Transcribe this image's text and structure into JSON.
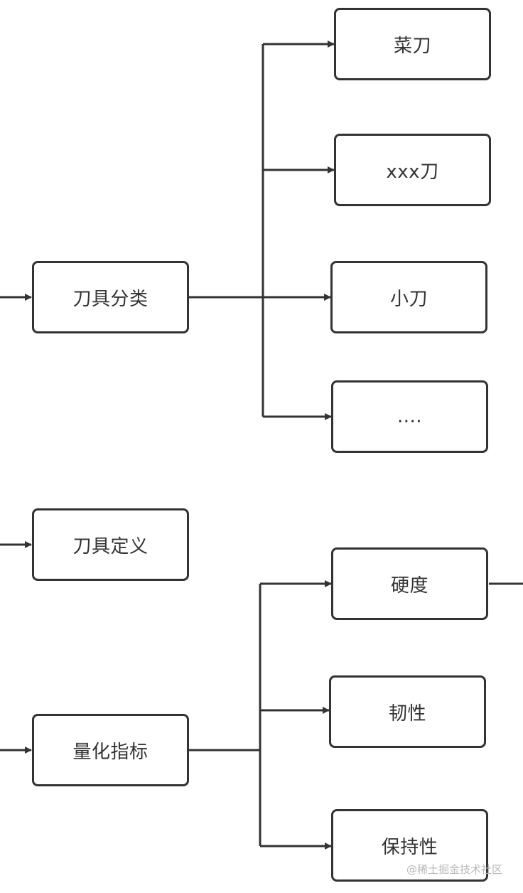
{
  "diagram": {
    "nodes": {
      "knife_category": "刀具分类",
      "kitchen_knife": "菜刀",
      "xxx_knife": "xxx刀",
      "small_knife": "小刀",
      "more": "....",
      "knife_definition": "刀具定义",
      "quant_metrics": "量化指标",
      "hardness": "硬度",
      "toughness": "韧性",
      "retention": "保持性"
    },
    "watermark": "@稀土掘金技术社区",
    "colors": {
      "stroke": "#333333",
      "fill": "#ffffff",
      "text": "#333333",
      "watermark": "#b8b8b8"
    }
  }
}
